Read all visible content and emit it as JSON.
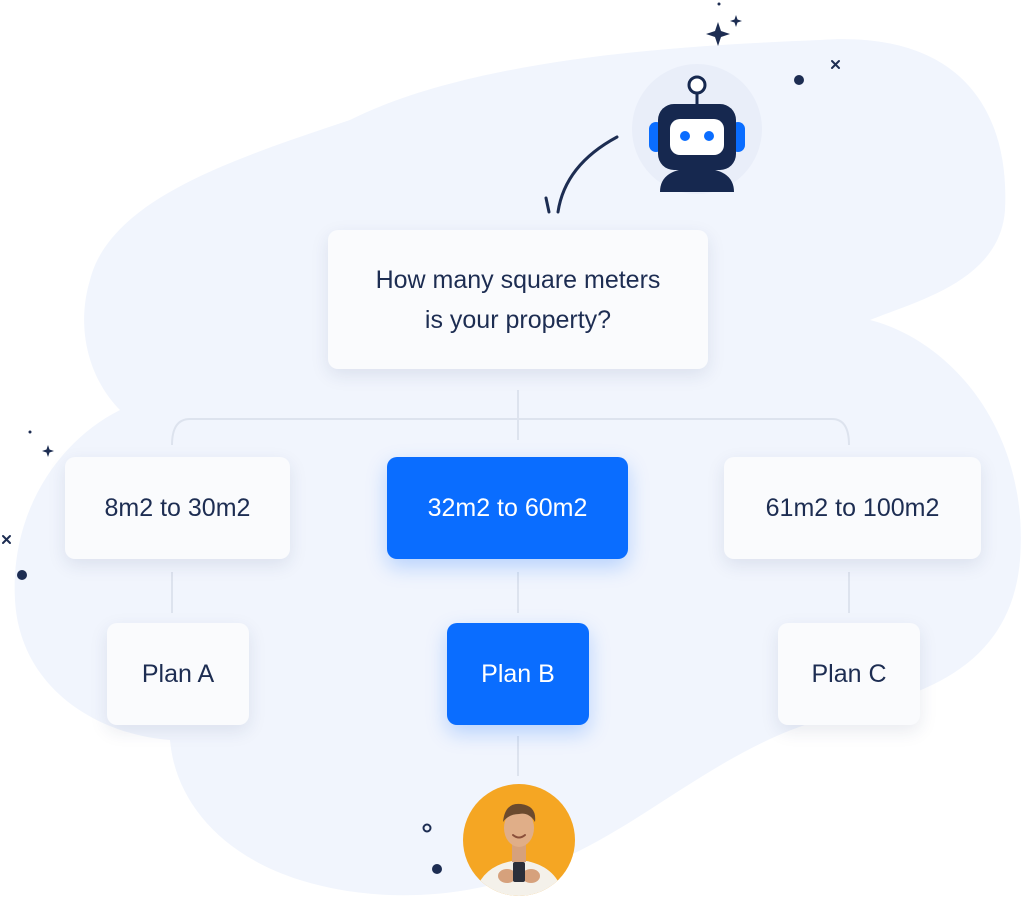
{
  "question": {
    "line1": "How many square meters",
    "line2": "is your property?"
  },
  "options": [
    {
      "label": "8m2 to 30m2",
      "selected": false
    },
    {
      "label": "32m2 to 60m2",
      "selected": true
    },
    {
      "label": "61m2 to 100m2",
      "selected": false
    }
  ],
  "plans": [
    {
      "label": "Plan A",
      "selected": false
    },
    {
      "label": "Plan B",
      "selected": true
    },
    {
      "label": "Plan C",
      "selected": false
    }
  ],
  "colors": {
    "accent": "#0a6dff",
    "navy": "#1d2d52",
    "card": "#fafbfd",
    "blob": "#f1f5fd",
    "user_background": "#f5a623"
  },
  "icons": {
    "bot": "robot-avatar-icon",
    "user": "user-avatar-photo"
  }
}
